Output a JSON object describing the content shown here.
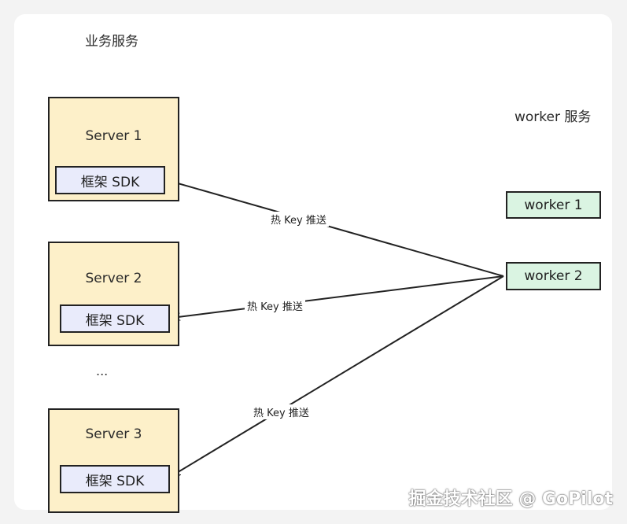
{
  "business_service": {
    "label": "业务服务"
  },
  "worker_service": {
    "label": "worker 服务"
  },
  "servers": [
    {
      "title": "Server 1",
      "sdk_label": "框架 SDK"
    },
    {
      "title": "Server 2",
      "sdk_label": "框架 SDK"
    },
    {
      "title": "Server 3",
      "sdk_label": "框架 SDK"
    }
  ],
  "ellipsis": "...",
  "workers": [
    {
      "label": "worker 1"
    },
    {
      "label": "worker 2"
    }
  ],
  "edges": [
    {
      "label": "热 Key 推送"
    },
    {
      "label": "热 Key 推送"
    },
    {
      "label": "热 Key 推送"
    }
  ],
  "watermark": "掘金技术社区 @ GoPilot"
}
